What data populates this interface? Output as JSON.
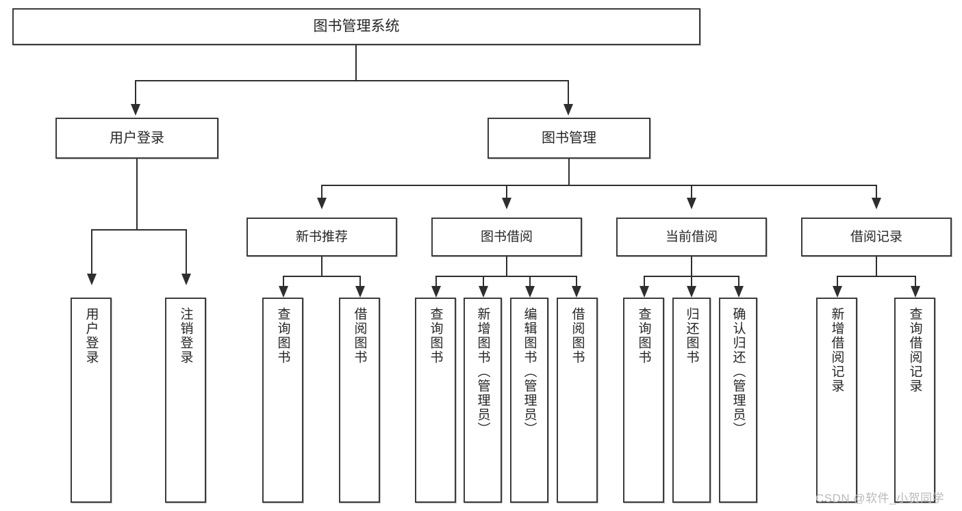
{
  "diagram": {
    "title": "图书管理系统",
    "type": "tree-hierarchy",
    "root": {
      "label": "图书管理系统"
    },
    "level1": [
      {
        "label": "用户登录"
      },
      {
        "label": "图书管理"
      }
    ],
    "level2": [
      {
        "label": "新书推荐"
      },
      {
        "label": "图书借阅"
      },
      {
        "label": "当前借阅"
      },
      {
        "label": "借阅记录"
      }
    ],
    "leaves": {
      "user_login": [
        {
          "label": "用户登录"
        },
        {
          "label": "注销登录"
        }
      ],
      "new_book_recommend": [
        {
          "label": "查询图书"
        },
        {
          "label": "借阅图书"
        }
      ],
      "book_borrow": [
        {
          "label": "查询图书"
        },
        {
          "label": "新增图书（管理员）"
        },
        {
          "label": "编辑图书（管理员）"
        },
        {
          "label": "借阅图书"
        }
      ],
      "current_borrow": [
        {
          "label": "查询图书"
        },
        {
          "label": "归还图书"
        },
        {
          "label": "确认归还（管理员）"
        }
      ],
      "borrow_record": [
        {
          "label": "新增借阅记录"
        },
        {
          "label": "查询借阅记录"
        }
      ]
    }
  },
  "watermark": {
    "text": "CSDN @软件_小贺同学"
  },
  "colors": {
    "border": "#3c3c3c",
    "line": "#2e2e2e",
    "background": "#ffffff",
    "text": "#262626",
    "watermark": "#b9b9b9"
  }
}
